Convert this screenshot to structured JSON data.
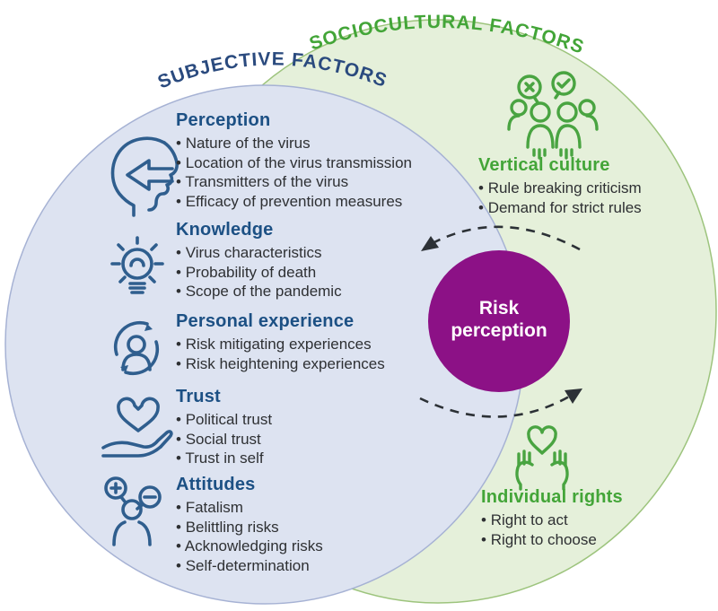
{
  "left_circle": {
    "title": "SUBJECTIVE FACTORS",
    "sections": [
      {
        "icon": "head-arrow-icon",
        "title": "Perception",
        "items": [
          "Nature of the virus",
          "Location of the virus transmission",
          "Transmitters of the virus",
          "Efficacy of prevention measures"
        ]
      },
      {
        "icon": "lightbulb-icon",
        "title": "Knowledge",
        "items": [
          "Virus characteristics",
          "Probability of death",
          "Scope of the pandemic"
        ]
      },
      {
        "icon": "person-cycle-icon",
        "title": "Personal experience",
        "items": [
          "Risk mitigating experiences",
          "Risk heightening experiences"
        ]
      },
      {
        "icon": "heart-hand-icon",
        "title": "Trust",
        "items": [
          "Political trust",
          "Social trust",
          "Trust in self"
        ]
      },
      {
        "icon": "person-bubbles-icon",
        "title": "Attitudes",
        "items": [
          "Fatalism",
          "Belittling risks",
          "Acknowledging risks",
          "Self-determination"
        ]
      }
    ]
  },
  "right_circle": {
    "title": "SOCIOCULTURAL FACTORS",
    "sections": [
      {
        "icon": "people-group-icon",
        "title": "Vertical culture",
        "items": [
          "Rule breaking criticism",
          "Demand for strict rules"
        ]
      },
      {
        "icon": "hands-heart-icon",
        "title": "Individual rights",
        "items": [
          "Right to act",
          "Right to choose"
        ]
      }
    ]
  },
  "center": {
    "label": "Risk perception"
  },
  "colors": {
    "subjective_fill": "#dde3f1",
    "subjective_stroke": "#a6b2d4",
    "subjective_text": "#1c5084",
    "sociocultural_fill": "#e5f0da",
    "sociocultural_stroke": "#9dc47d",
    "sociocultural_text": "#43a538",
    "risk_circle": "#8c1186",
    "risk_text": "#ffffff",
    "bullet_text": "#2e3033",
    "arrow": "#2c3136"
  }
}
